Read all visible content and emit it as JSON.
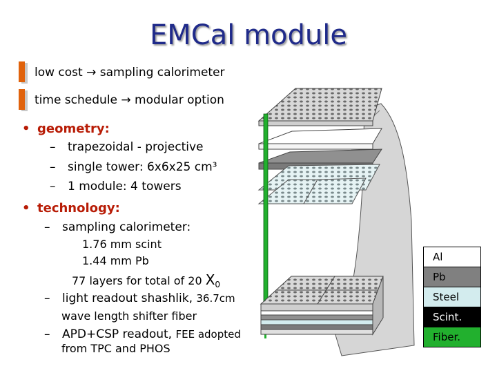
{
  "title": "EMCal module",
  "bar_items": [
    "low cost → sampling calorimeter",
    "time schedule → modular option"
  ],
  "geometry": {
    "heading": "geometry:",
    "items": [
      "trapezoidal - projective",
      "single tower: 6x6x25 cm³",
      "1 module: 4 towers"
    ]
  },
  "technology": {
    "heading": "technology:",
    "sampling": "sampling calorimeter:",
    "line1": "1.76 mm scint",
    "line2": "1.44 mm Pb",
    "line3_main": "77 layers for total of 20 ",
    "line3_x": "X",
    "line3_sub": "0",
    "readout_a": "light readout shashlik, ",
    "readout_b": "36.7cm",
    "wls": "wave length shifter fiber",
    "apd_a": "APD+CSP readout, ",
    "apd_b": "FEE adopted",
    "apd_c": "from TPC and PHOS"
  },
  "legend": [
    {
      "label": "Al",
      "bg": "#ffffff",
      "color": "#000000"
    },
    {
      "label": "Pb",
      "bg": "#808080",
      "color": "#000000"
    },
    {
      "label": "Steel",
      "bg": "#d3ecee",
      "color": "#000000"
    },
    {
      "label": "Scint.",
      "bg": "#000000",
      "color": "#ffffff"
    },
    {
      "label": "Fiber.",
      "bg": "#22b02e",
      "color": "#000000"
    }
  ],
  "colors": {
    "title": "#1f2a8a",
    "bullet": "#b81c06",
    "bar": "#e0620c",
    "fiber": "#22b02e"
  }
}
